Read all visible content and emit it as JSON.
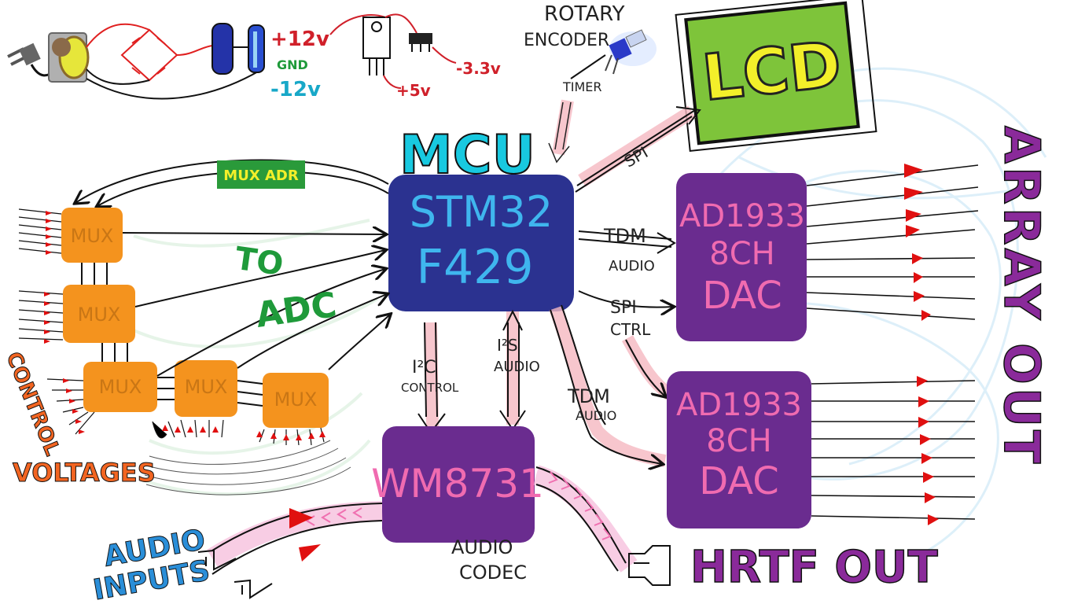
{
  "colors": {
    "mcu_box": "#2b3290",
    "mcu_text": "#3fb6ee",
    "dac_box": "#6a2c8f",
    "dac_text": "#f06bb0",
    "codec_box": "#6a2c8f",
    "codec_text": "#f06bb0",
    "mux_box": "#f4931e",
    "mux_text": "#c97615",
    "lcd_fill": "#7ec43a",
    "lcd_text": "#f3ef2a",
    "purple_label": "#8a2a9a",
    "cyan_label": "#18c9e0",
    "orange_label": "#f26522",
    "green_label": "#1f9a3a",
    "blue_label": "#2a8ed8",
    "red_text": "#d0202a",
    "arrow_pink": "#f5b8c0",
    "arrow_red": "#e01010"
  },
  "power": {
    "plus12": "+12v",
    "gnd": "GND",
    "minus12": "-12v",
    "plus5": "+5v",
    "minus33": "-3.3v"
  },
  "labels": {
    "rotary_encoder_1": "ROTARY",
    "rotary_encoder_2": "ENCODER",
    "timer": "TIMER",
    "mcu_title": "MCU",
    "mux_adr": "MUX ADR",
    "to": "TO",
    "adc": "ADC",
    "control_voltages_1": "CONTROL",
    "control_voltages_2": "VOLTAGES",
    "spi": "SPI",
    "tdm_audio_top": "TDM",
    "audio_top": "AUDIO",
    "spi_ctrl_1": "SPI",
    "spi_ctrl_2": "CTRL",
    "i2c_control_1": "I²C",
    "i2c_control_2": "CONTROL",
    "i2s_audio_1": "I²S",
    "i2s_audio_2": "AUDIO",
    "tdm_audio_bottom": "TDM",
    "audio_bottom": "AUDIO",
    "array_out": "ARRAY OUT",
    "hrtf_out": "HRTF OUT",
    "audio_inputs_1": "AUDIO",
    "audio_inputs_2": "INPUTS",
    "audio_codec_1": "AUDIO",
    "audio_codec_2": "CODEC"
  },
  "blocks": {
    "lcd": "LCD",
    "mcu_line1": "STM32",
    "mcu_line2": "F429",
    "dac1_line1": "AD1933",
    "dac1_line2": "8CH",
    "dac1_line3": "DAC",
    "dac2_line1": "AD1933",
    "dac2_line2": "8CH",
    "dac2_line3": "DAC",
    "codec": "WM8731",
    "mux": "MUX"
  },
  "icons": [
    "power-plug-icon",
    "transformer-icon",
    "diode-bridge-icon",
    "capacitor-icon",
    "voltage-regulator-icon",
    "rotary-encoder-icon",
    "headphone-jack-icon",
    "audio-jack-icon"
  ]
}
